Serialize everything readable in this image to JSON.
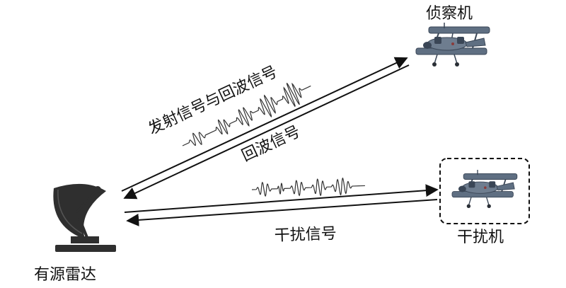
{
  "labels": {
    "recon_aircraft": "侦察机",
    "jammer_aircraft": "干扰机",
    "radar": "有源雷达",
    "transmit_echo": "发射信号与回波信号",
    "echo": "回波信号",
    "jamming": "干扰信号"
  },
  "colors": {
    "line": "#111111",
    "aircraft_body": "#5f6f82",
    "aircraft_dark": "#3a4656",
    "aircraft_accent": "#8a3b3b",
    "radar_body": "#2f2f2f",
    "waveform": "#333333"
  },
  "icons": {
    "recon": "biplane-icon",
    "jammer": "biplane-icon",
    "radar": "radar-dish-icon"
  }
}
